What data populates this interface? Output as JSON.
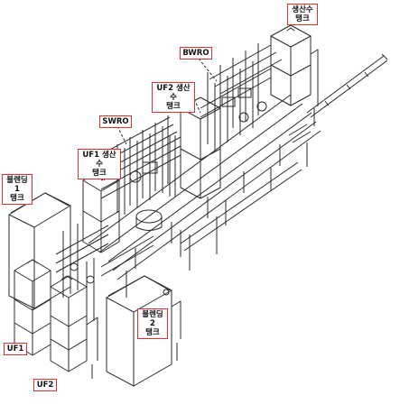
{
  "labels": {
    "product_tank": {
      "line1": "생산수",
      "line2": "탱크"
    },
    "bwro": {
      "line1": "BWRO"
    },
    "uf2_product_tank": {
      "line1": "UF2 생산수",
      "line2": "탱크"
    },
    "swro": {
      "line1": "SWRO"
    },
    "uf1_product_tank": {
      "line1": "UF1 생산수",
      "line2": "탱크"
    },
    "blending1_tank": {
      "line1": "블렌딩1",
      "line2": "탱크"
    },
    "blending2_tank": {
      "line1": "블렌딩2",
      "line2": "탱크"
    },
    "uf1": {
      "line1": "UF1"
    },
    "uf2": {
      "line1": "UF2"
    }
  },
  "colors": {
    "line": "#2b2b2b",
    "label_border": "#e0312a",
    "background": "#ffffff"
  }
}
